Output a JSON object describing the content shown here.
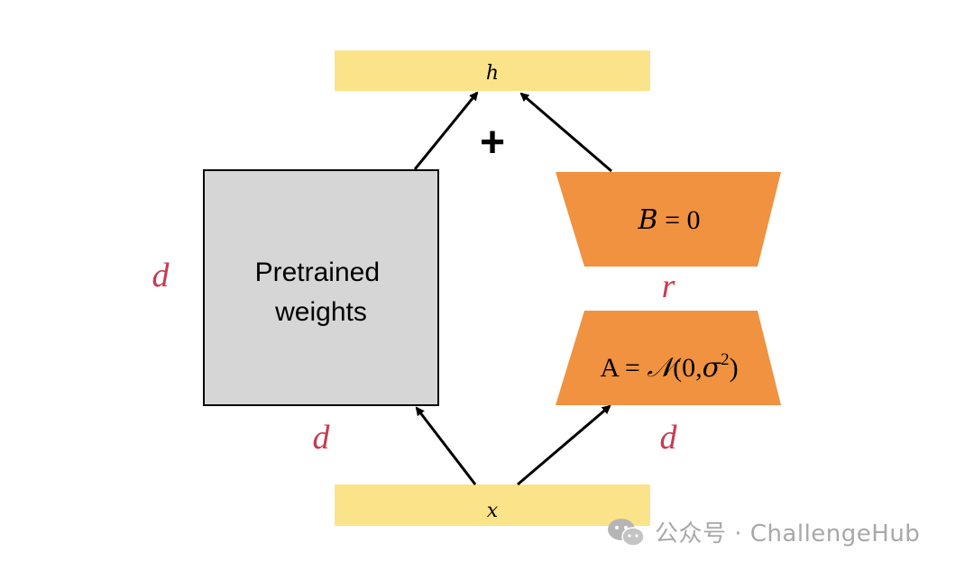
{
  "output_label": "h",
  "input_label": "x",
  "plus_symbol": "+",
  "pretrained": {
    "line1": "Pretrained",
    "line2": "weights"
  },
  "B_matrix": {
    "var": "B",
    "rest": " = 0"
  },
  "A_matrix": {
    "var": "A",
    "eq": " = ",
    "dist": "𝒩",
    "args": "(0,",
    "sigma": "σ",
    "exp": "2",
    "close": ")"
  },
  "dimensions": {
    "left_height": "d",
    "left_width": "d",
    "rank": "r",
    "right_width": "d"
  },
  "colors": {
    "io_bar": "#fbe38a",
    "pretrained_fill": "#d6d6d6",
    "adapter_fill": "#f09240",
    "dimension_text": "#c63b50"
  },
  "watermark": {
    "text": "公众号 · ChallengeHub",
    "icon": "wechat-logo-icon"
  }
}
